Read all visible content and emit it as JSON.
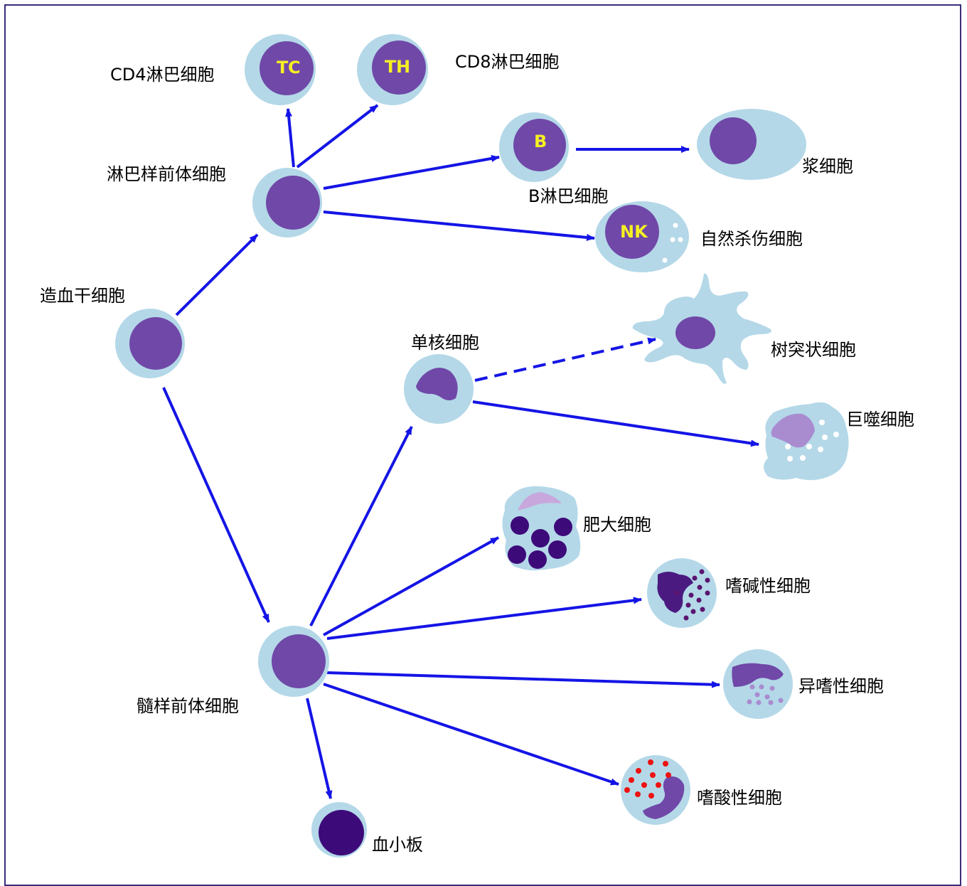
{
  "colors": {
    "cytoplasm": "#b4d8e8",
    "nucleus": "#7048a8",
    "nucleus_dark": "#3d0a7a",
    "arrow": "#1414e6",
    "inner_label": "#f5f022",
    "granule_red": "#ee1111",
    "granule_light": "#ffffff",
    "granule_violet": "#a98bd0",
    "frame": "#3a2a7a"
  },
  "labels": {
    "hsc": "造血干细胞",
    "lymphoid": "淋巴样前体细胞",
    "myeloid": "髓样前体细胞",
    "cd4": "CD4淋巴细胞",
    "cd8": "CD8淋巴细胞",
    "b_cell": "B淋巴细胞",
    "plasma": "浆细胞",
    "nk": "自然杀伤细胞",
    "monocyte": "单核细胞",
    "dendritic": "树突状细胞",
    "macrophage": "巨噬细胞",
    "mast": "肥大细胞",
    "basophil": "嗜碱性细胞",
    "neutrophil": "异嗜性细胞",
    "eosinophil": "嗜酸性细胞",
    "platelet": "血小板"
  },
  "inner_labels": {
    "tc_main": "T",
    "tc_sub": "C",
    "th_main": "T",
    "th_sub": "H",
    "b": "B",
    "nk": "NK"
  }
}
